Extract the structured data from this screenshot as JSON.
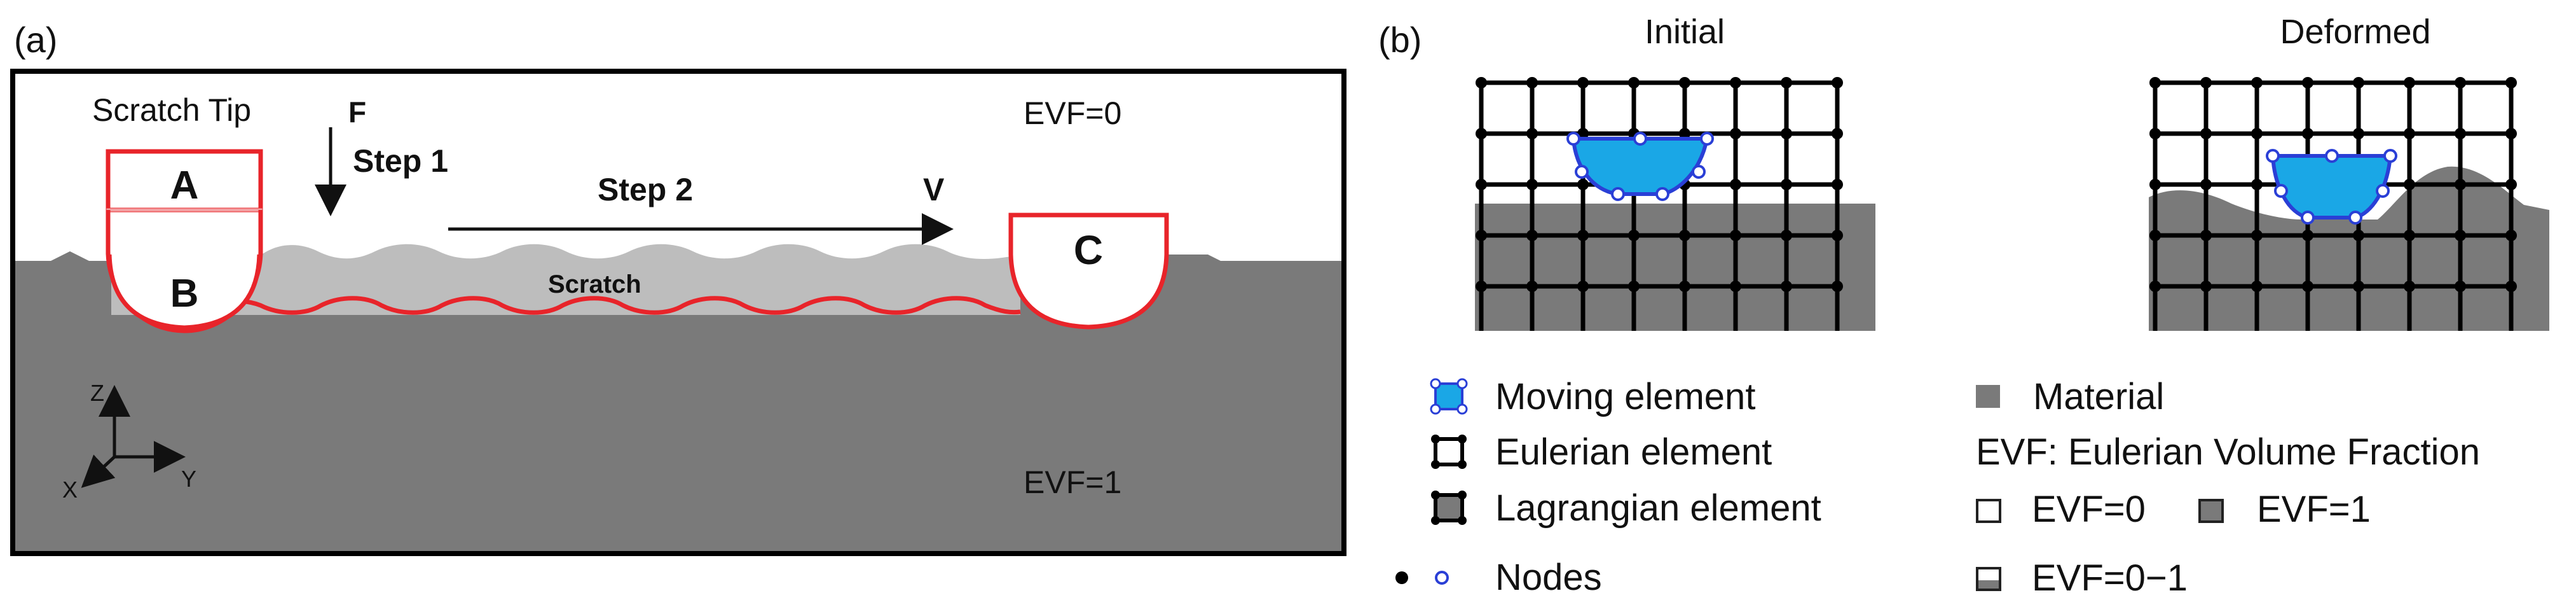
{
  "panel_a": {
    "label": "(a)",
    "scratch_tip": "Scratch Tip",
    "force": "F",
    "step1": "Step 1",
    "step2": "Step 2",
    "velocity": "V",
    "evf_top": "EVF=0",
    "evf_bottom": "EVF=1",
    "tip_a": "A",
    "tip_b": "B",
    "tip_c": "C",
    "scratch": "Scratch",
    "axis_z": "Z",
    "axis_x": "X",
    "axis_y": "Y"
  },
  "panel_b": {
    "label": "(b)",
    "initial_title": "Initial",
    "deformed_title": "Deformed"
  },
  "legend": {
    "moving_element": "Moving element",
    "eulerian_element": "Eulerian element",
    "lagrangian_element": "Lagrangian element",
    "nodes": "Nodes",
    "material": "Material",
    "evf_definition": "EVF: Eulerian Volume Fraction",
    "evf0": "EVF=0",
    "evf1": "EVF=1",
    "evf01": "EVF=0−1"
  },
  "colors": {
    "material_dark": "#7a7a7a",
    "material_light": "#bdbdbd",
    "tip_outline": "#e8242a",
    "moving_fill": "#1aa7e6",
    "moving_outline": "#2a3fd6",
    "grid": "#000000"
  }
}
